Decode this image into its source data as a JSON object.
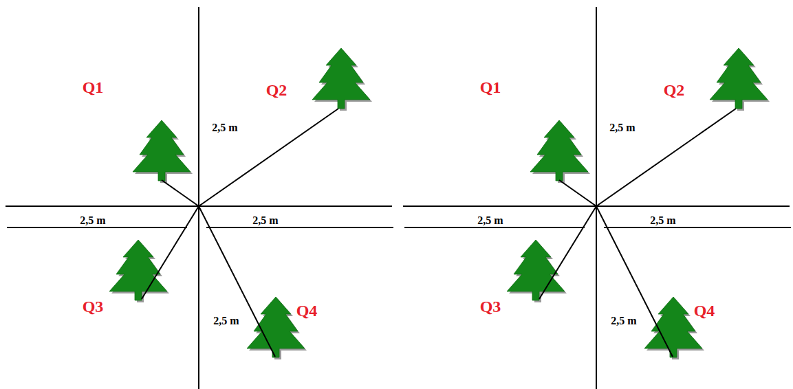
{
  "diagram": {
    "labels": [
      "Q1",
      "Q2",
      "2,5 m",
      "2,5 m",
      "2,5 m",
      "Q3",
      "2,5 m",
      "Q4",
      "Q1",
      "Q2",
      "2,5 m",
      "2,5 m",
      "2,5 m",
      "Q3",
      "2,5 m",
      "Q4"
    ]
  }
}
